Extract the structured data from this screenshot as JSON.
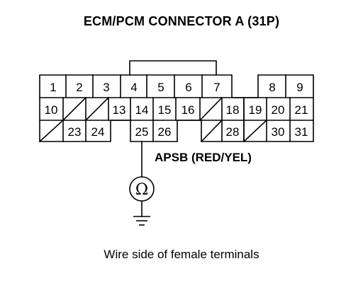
{
  "title": "ECM/PCM CONNECTOR A (31P)",
  "caption": "Wire side of female terminals",
  "wire_label": "APSB (RED/YEL)",
  "meter_symbol": "Ω",
  "pins": {
    "p1": "1",
    "p2": "2",
    "p3": "3",
    "p4": "4",
    "p5": "5",
    "p6": "6",
    "p7": "7",
    "p8": "8",
    "p9": "9",
    "p10": "10",
    "p13": "13",
    "p14": "14",
    "p15": "15",
    "p16": "16",
    "p18": "18",
    "p19": "19",
    "p20": "20",
    "p21": "21",
    "p23": "23",
    "p24": "24",
    "p25": "25",
    "p26": "26",
    "p28": "28",
    "p30": "30",
    "p31": "31"
  }
}
